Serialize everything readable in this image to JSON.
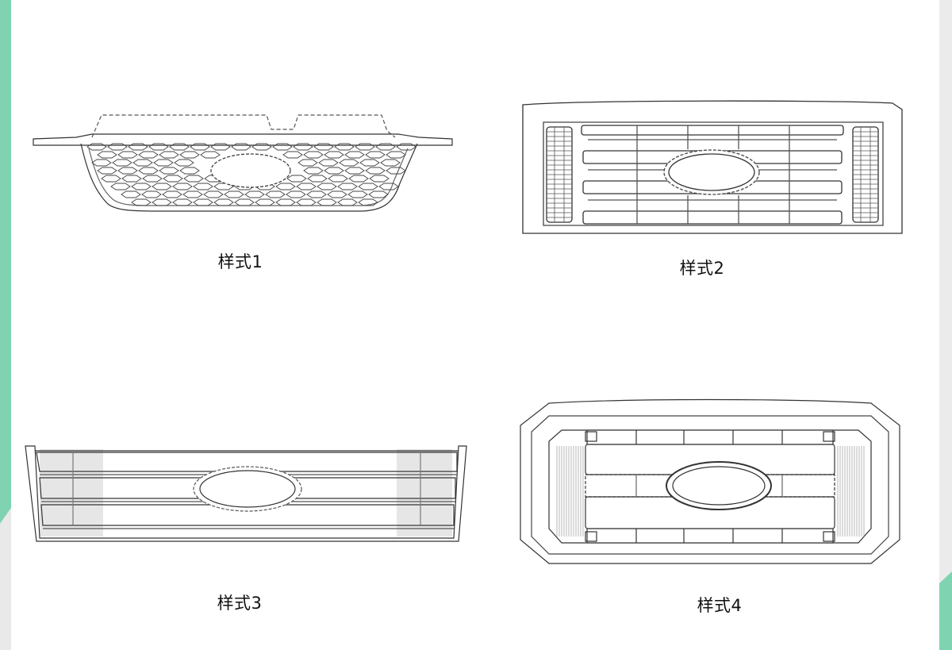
{
  "colors": {
    "accent_green": "#7fd3b1",
    "right_strip": "#ebebeb",
    "line": "#333333"
  },
  "styles": [
    {
      "label": "样式1"
    },
    {
      "label": "样式2"
    },
    {
      "label": "样式3"
    },
    {
      "label": "样式4"
    }
  ]
}
